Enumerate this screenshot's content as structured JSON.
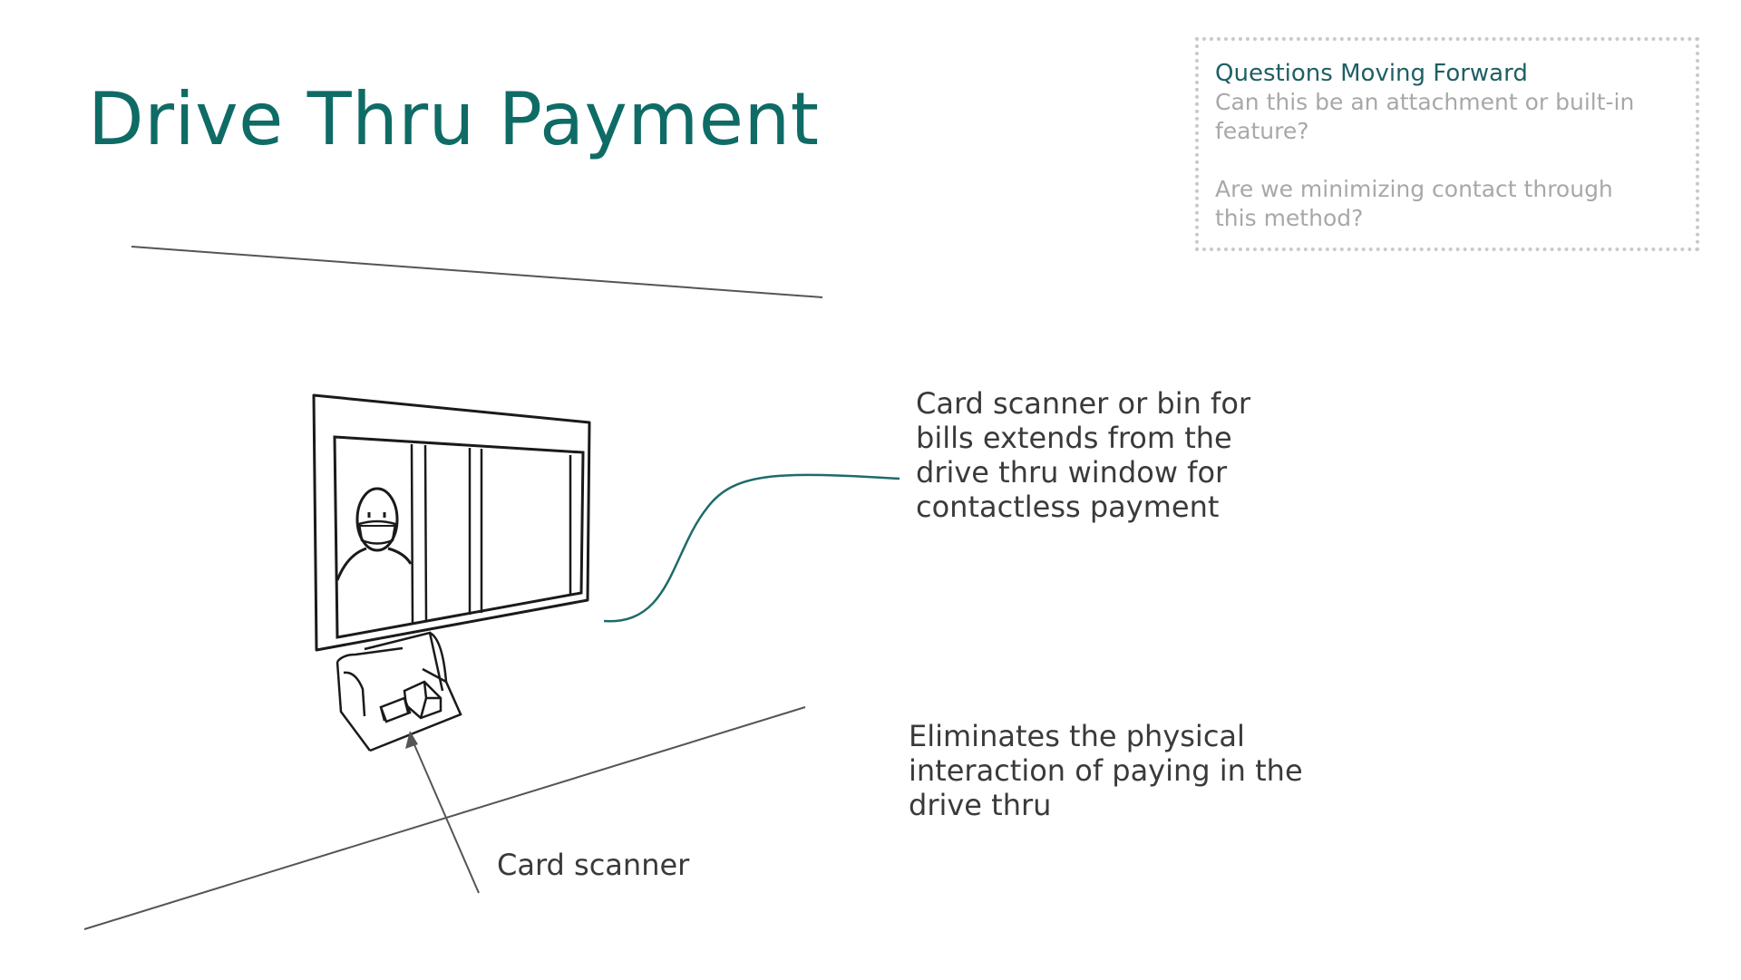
{
  "title": "Drive Thru Payment",
  "questions": {
    "heading": "Questions Moving Forward",
    "q1_line1": "Can this be an attachment or built-in",
    "q1_line2": "feature?",
    "q2_line1": "Are we minimizing contact through",
    "q2_line2": "this method?"
  },
  "callouts": {
    "scanner_desc_lines": [
      "Card scanner or bin for",
      "bills extends from the",
      "drive thru window for",
      "contactless payment"
    ],
    "benefit_lines": [
      "Eliminates the physical",
      "interaction of paying in the",
      "drive thru"
    ],
    "card_scanner_label": "Card scanner"
  },
  "colors": {
    "title": "#0f6b66",
    "heading": "#1f5f63",
    "muted": "#a8a8a8",
    "connector": "#1e6a6c",
    "ink": "#1a1a1a"
  }
}
